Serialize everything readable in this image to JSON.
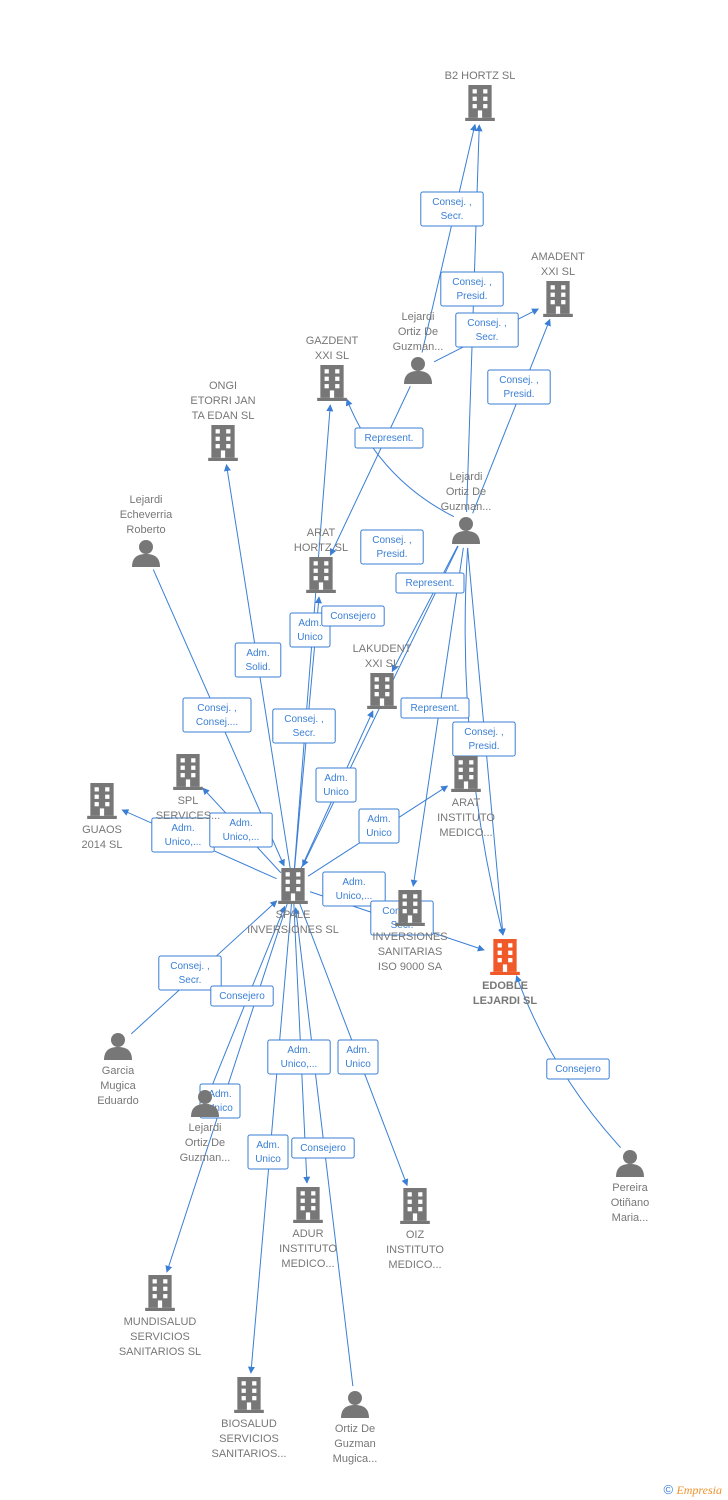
{
  "colors": {
    "edge": "#3a7fd5",
    "node": "#777777",
    "focus_node": "#f0592a"
  },
  "footer": {
    "copyright": "©",
    "brand": "Empresia"
  },
  "nodes": [
    {
      "id": "b2hortz",
      "type": "company",
      "lines": [
        "B2 HORTZ  SL"
      ]
    },
    {
      "id": "amadent",
      "type": "company",
      "lines": [
        "AMADENT",
        "XXI  SL"
      ]
    },
    {
      "id": "gazdent",
      "type": "company",
      "lines": [
        "GAZDENT",
        "XXI SL"
      ]
    },
    {
      "id": "lejardi1",
      "type": "person",
      "lines": [
        "Lejardi",
        "Ortiz De",
        "Guzman..."
      ]
    },
    {
      "id": "ongi",
      "type": "company",
      "lines": [
        "ONGI",
        "ETORRI JAN",
        "TA EDAN  SL"
      ]
    },
    {
      "id": "lejardi2",
      "type": "person",
      "lines": [
        "Lejardi",
        "Ortiz De",
        "Guzman..."
      ]
    },
    {
      "id": "lejardiEch",
      "type": "person",
      "lines": [
        "Lejardi",
        "Echeverria",
        "Roberto"
      ]
    },
    {
      "id": "arathortz",
      "type": "company",
      "lines": [
        "ARAT",
        "HORTZ  SL"
      ]
    },
    {
      "id": "lakudent",
      "type": "company",
      "lines": [
        "LAKUDENT",
        "XXI SL"
      ]
    },
    {
      "id": "spl",
      "type": "company",
      "lines": [
        "SPL",
        "SERVICES..."
      ]
    },
    {
      "id": "guaos",
      "type": "company",
      "lines": [
        "GUAOS",
        "2014  SL"
      ]
    },
    {
      "id": "aratinst",
      "type": "company",
      "lines": [
        "ARAT",
        "INSTITUTO",
        "MEDICO..."
      ]
    },
    {
      "id": "spale",
      "type": "company",
      "lines": [
        "SPALE",
        "INVERSIONES SL"
      ]
    },
    {
      "id": "invsan",
      "type": "company",
      "lines": [
        "INVERSIONES",
        "SANITARIAS",
        "ISO 9000 SA"
      ]
    },
    {
      "id": "edoble",
      "type": "focus",
      "lines": [
        "EDOBLE",
        "LEJARDI  SL"
      ]
    },
    {
      "id": "garcia",
      "type": "person",
      "lines": [
        "Garcia",
        "Mugica",
        "Eduardo"
      ]
    },
    {
      "id": "lejardi3",
      "type": "person",
      "lines": [
        "Lejardi",
        "Ortiz De",
        "Guzman..."
      ]
    },
    {
      "id": "pereira",
      "type": "person",
      "lines": [
        "Pereira",
        "Otiñano",
        "Maria..."
      ]
    },
    {
      "id": "adur",
      "type": "company",
      "lines": [
        "ADUR",
        "INSTITUTO",
        "MEDICO..."
      ]
    },
    {
      "id": "oiz",
      "type": "company",
      "lines": [
        "OIZ",
        "INSTITUTO",
        "MEDICO..."
      ]
    },
    {
      "id": "mundisalud",
      "type": "company",
      "lines": [
        "MUNDISALUD",
        "SERVICIOS",
        "SANITARIOS SL"
      ]
    },
    {
      "id": "biosalud",
      "type": "company",
      "lines": [
        "BIOSALUD",
        "SERVICIOS",
        "SANITARIOS..."
      ]
    },
    {
      "id": "ortizdeg",
      "type": "person",
      "lines": [
        "Ortiz De",
        "Guzman",
        "Mugica..."
      ]
    }
  ],
  "edges": [
    {
      "from": "lejardi1",
      "to": "b2hortz",
      "label": [
        "Consej. ,",
        "Secr."
      ]
    },
    {
      "from": "lejardi2",
      "to": "b2hortz",
      "label": [
        "Consej. ,",
        "Presid."
      ]
    },
    {
      "from": "lejardi1",
      "to": "amadent",
      "label": [
        "Consej. ,",
        "Secr."
      ]
    },
    {
      "from": "lejardi2",
      "to": "amadent",
      "label": [
        "Consej. ,",
        "Presid."
      ]
    },
    {
      "from": "lejardi2",
      "to": "gazdent",
      "label": [
        "Represent."
      ]
    },
    {
      "from": "lejardi1",
      "to": "arathortz",
      "label": [
        "Consej. ,",
        "Presid."
      ]
    },
    {
      "from": "lejardi2",
      "to": "lakudent",
      "label": [
        "Represent."
      ]
    },
    {
      "from": "spale",
      "to": "ongi",
      "label": [
        "Adm.",
        "Solid."
      ]
    },
    {
      "from": "lejardiEch",
      "to": "spale",
      "label": [
        "Consej. ,",
        "Consej...."
      ]
    },
    {
      "from": "spale",
      "to": "arathortz",
      "label": [
        "Adm.",
        "Unico"
      ]
    },
    {
      "from": "lejardi2",
      "to": "spale",
      "label": [
        "Consejero"
      ]
    },
    {
      "from": "spale",
      "to": "gazdent",
      "label": [
        "Consej. ,",
        "Secr."
      ]
    },
    {
      "from": "spale",
      "to": "lakudent",
      "label": [
        "Adm.",
        "Unico"
      ]
    },
    {
      "from": "lejardi2",
      "to": "edoble",
      "label": [
        "Represent."
      ]
    },
    {
      "from": "lejardi2",
      "to": "edoble",
      "label": [
        "Consej. ,",
        "Presid."
      ]
    },
    {
      "from": "spale",
      "to": "spl",
      "label": [
        "Adm.",
        "Unico,..."
      ]
    },
    {
      "from": "spale",
      "to": "guaos",
      "label": [
        "Adm.",
        "Unico,..."
      ]
    },
    {
      "from": "spale",
      "to": "aratinst",
      "label": [
        "Adm.",
        "Unico"
      ]
    },
    {
      "from": "spale",
      "to": "edoble",
      "label": [
        "Adm.",
        "Unico,..."
      ]
    },
    {
      "from": "lejardi2",
      "to": "invsan",
      "label": [
        "Consej. ,",
        "Secr."
      ]
    },
    {
      "from": "garcia",
      "to": "spale",
      "label": [
        "Consej. ,",
        "Secr."
      ]
    },
    {
      "from": "lejardi3",
      "to": "spale",
      "label": [
        "Consejero"
      ]
    },
    {
      "from": "spale",
      "to": "mundisalud",
      "label": [
        "Adm.",
        "Unico"
      ]
    },
    {
      "from": "spale",
      "to": "adur",
      "label": [
        "Adm.",
        "Unico,..."
      ]
    },
    {
      "from": "spale",
      "to": "oiz",
      "label": [
        "Adm.",
        "Unico"
      ]
    },
    {
      "from": "spale",
      "to": "biosalud",
      "label": [
        "Adm.",
        "Unico"
      ]
    },
    {
      "from": "ortizdeg",
      "to": "spale",
      "label": [
        "Consejero"
      ]
    },
    {
      "from": "pereira",
      "to": "edoble",
      "label": [
        "Consejero"
      ]
    }
  ]
}
